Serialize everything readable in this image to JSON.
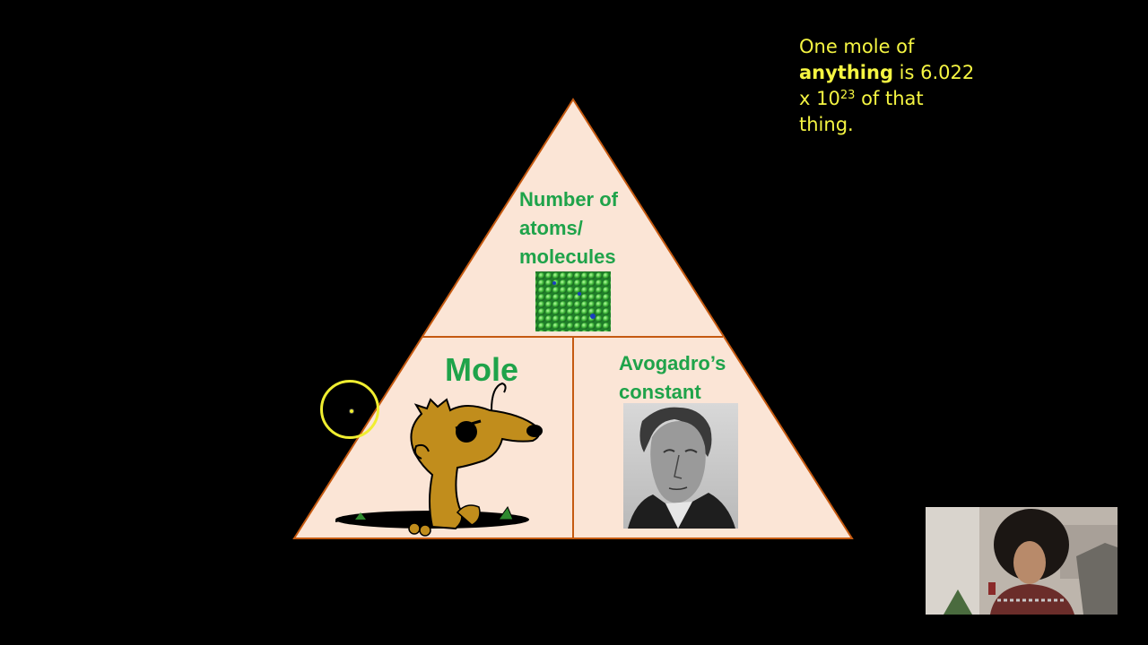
{
  "slide": {
    "note": {
      "prefix": "One mole of",
      "bold_word": "anything",
      "mid": "is 6.022",
      "times": "x 10",
      "exponent": "23",
      "suffix": "of that",
      "end": "thing."
    },
    "triangle": {
      "top_label_1": "Number of",
      "top_label_2": "atoms/",
      "top_label_3": "molecules",
      "left_label": "Mole",
      "right_label_1": "Avogadro’s",
      "right_label_2": "constant"
    },
    "colors": {
      "note_text": "#f5f542",
      "label_text": "#1fa34a",
      "triangle_fill": "#fbe5d6",
      "triangle_stroke": "#c55a11",
      "background": "#000000"
    }
  },
  "icons": {
    "cursor": "cursor-highlight-icon",
    "mole": "mole-cartoon-icon",
    "atoms": "atoms-lattice-icon",
    "portrait": "avogadro-portrait-icon"
  }
}
